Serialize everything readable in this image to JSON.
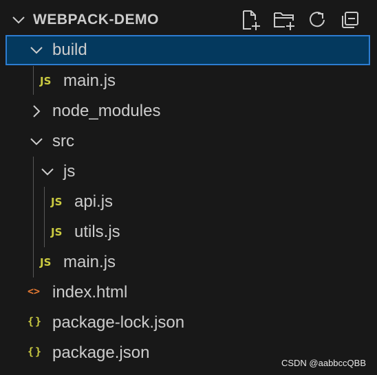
{
  "explorer": {
    "title": "WEBPACK-DEMO",
    "toolbar": {
      "new_file_icon": "new-file-icon",
      "new_folder_icon": "new-folder-icon",
      "refresh_icon": "refresh-icon",
      "collapse_icon": "collapse-all-icon"
    }
  },
  "tree": {
    "build": {
      "label": "build",
      "expanded": true,
      "selected": true
    },
    "build_main": {
      "label": "main.js",
      "icon_text": "JS"
    },
    "node_modules": {
      "label": "node_modules",
      "expanded": false
    },
    "src": {
      "label": "src",
      "expanded": true
    },
    "js": {
      "label": "js",
      "expanded": true
    },
    "api": {
      "label": "api.js",
      "icon_text": "JS"
    },
    "utils": {
      "label": "utils.js",
      "icon_text": "JS"
    },
    "src_main": {
      "label": "main.js",
      "icon_text": "JS"
    },
    "index": {
      "label": "index.html",
      "icon_text": "<>"
    },
    "package_lock": {
      "label": "package-lock.json",
      "icon_text": "{}"
    },
    "package": {
      "label": "package.json",
      "icon_text": "{}"
    }
  },
  "colors": {
    "background": "#181818",
    "selection_bg": "#04395e",
    "selection_border": "#2d7dd2",
    "js_icon": "#cbcb41",
    "html_icon": "#e37933",
    "text": "#cccccc"
  },
  "watermark": "CSDN @aabbccQBB"
}
